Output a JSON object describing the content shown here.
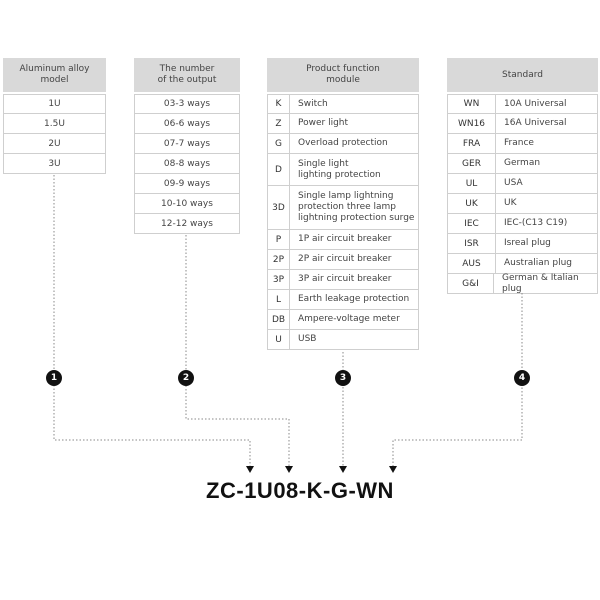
{
  "tables": {
    "alloy": {
      "header": [
        "Aluminum alloy",
        "model"
      ],
      "rows": [
        "1U",
        "1.5U",
        "2U",
        "3U"
      ]
    },
    "outputs": {
      "header": [
        "The number",
        "of the output"
      ],
      "rows": [
        "03-3 ways",
        "06-6 ways",
        "07-7 ways",
        "08-8 ways",
        "09-9 ways",
        "10-10 ways",
        "12-12 ways"
      ]
    },
    "function": {
      "header": [
        "Product function",
        "module"
      ],
      "rows": [
        {
          "code": "K",
          "desc": [
            "Switch"
          ]
        },
        {
          "code": "Z",
          "desc": [
            "Power light"
          ]
        },
        {
          "code": "G",
          "desc": [
            "Overload protection"
          ]
        },
        {
          "code": "D",
          "desc": [
            "Single light",
            "lighting protection"
          ]
        },
        {
          "code": "3D",
          "desc": [
            "Single lamp lightning",
            "protection three lamp",
            "lightning protection surge"
          ]
        },
        {
          "code": "P",
          "desc": [
            "1P air circuit breaker"
          ]
        },
        {
          "code": "2P",
          "desc": [
            "2P air circuit breaker"
          ]
        },
        {
          "code": "3P",
          "desc": [
            "3P air circuit breaker"
          ]
        },
        {
          "code": "L",
          "desc": [
            "Earth leakage protection"
          ]
        },
        {
          "code": "DB",
          "desc": [
            "Ampere-voltage meter"
          ]
        },
        {
          "code": "U",
          "desc": [
            "USB"
          ]
        }
      ]
    },
    "standard": {
      "header": [
        "Standard"
      ],
      "rows": [
        {
          "code": "WN",
          "desc": [
            "10A Universal"
          ]
        },
        {
          "code": "WN16",
          "desc": [
            "16A Universal"
          ]
        },
        {
          "code": "FRA",
          "desc": [
            "France"
          ]
        },
        {
          "code": "GER",
          "desc": [
            "German"
          ]
        },
        {
          "code": "UL",
          "desc": [
            "USA"
          ]
        },
        {
          "code": "UK",
          "desc": [
            "UK"
          ]
        },
        {
          "code": "IEC",
          "desc": [
            "IEC-(C13 C19)"
          ]
        },
        {
          "code": "ISR",
          "desc": [
            "Isreal plug"
          ]
        },
        {
          "code": "AUS",
          "desc": [
            "Australian plug"
          ]
        },
        {
          "code": "G&I",
          "desc": [
            "German & Italian plug"
          ]
        }
      ]
    }
  },
  "badges": [
    "1",
    "2",
    "3",
    "4"
  ],
  "model_code": "ZC-1U08-K-G-WN",
  "colors": {
    "header_bg": "#d9d9d9",
    "border": "#cfcfcf",
    "badge": "#111111",
    "line": "#888888"
  }
}
